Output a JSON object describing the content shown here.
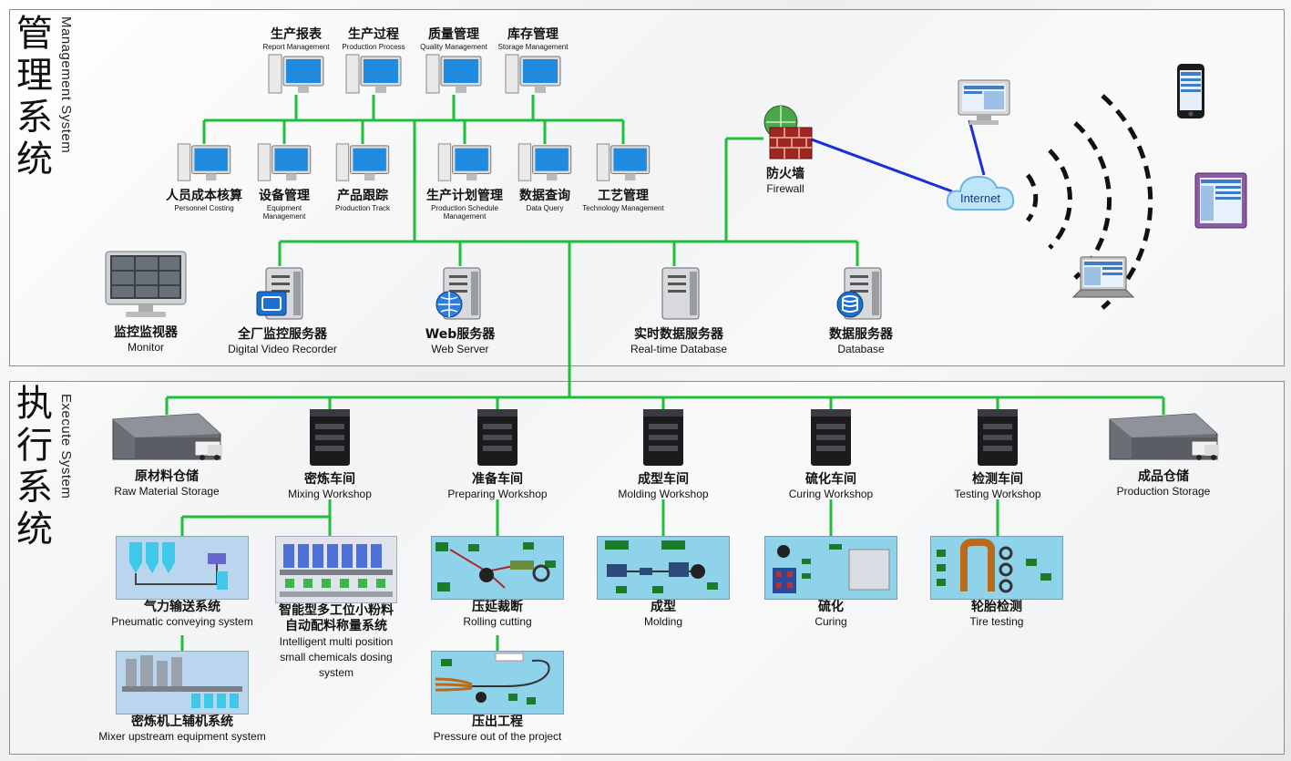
{
  "colors": {
    "link": "#1fbf3b",
    "internet_link": "#1a2fd6",
    "panel_border": "#8d8d8d",
    "thumb_bg": "#8fd3ea",
    "server_dark": "#1b1b1e"
  },
  "management": {
    "title_cn": "管理系统",
    "title_en": "Management System",
    "top_apps": [
      {
        "cn": "生产报表",
        "en": "Report Management",
        "icon": "pc-icon"
      },
      {
        "cn": "生产过程",
        "en": "Production Process",
        "icon": "pc-icon"
      },
      {
        "cn": "质量管理",
        "en": "Quality Management",
        "icon": "pc-icon"
      },
      {
        "cn": "库存管理",
        "en": "Storage Management",
        "icon": "pc-icon"
      }
    ],
    "mid_apps": [
      {
        "cn": "人员成本核算",
        "en": "Personnel Costing",
        "icon": "pc-icon"
      },
      {
        "cn": "设备管理",
        "en": "Equipment Management",
        "icon": "pc-icon"
      },
      {
        "cn": "产品跟踪",
        "en": "Production Track",
        "icon": "pc-icon"
      },
      {
        "cn": "生产计划管理",
        "en": "Production Schedule Management",
        "icon": "pc-icon"
      },
      {
        "cn": "数据查询",
        "en": "Data Query",
        "icon": "pc-icon"
      },
      {
        "cn": "工艺管理",
        "en": "Technology Management",
        "icon": "pc-icon"
      }
    ],
    "monitor": {
      "cn": "监控监视器",
      "en": "Monitor",
      "icon": "monitor-icon"
    },
    "servers": [
      {
        "cn": "全厂监控服务器",
        "en": "Digital Video Recorder",
        "icon": "server-icon"
      },
      {
        "cn": "Web服务器",
        "en": "Web Server",
        "icon": "server-icon"
      },
      {
        "cn": "实时数据服务器",
        "en": "Real-time Database",
        "icon": "server-icon"
      },
      {
        "cn": "数据服务器",
        "en": "Database",
        "icon": "server-icon"
      }
    ],
    "firewall": {
      "cn": "防火墙",
      "en": "Firewall",
      "icon": "firewall-icon"
    },
    "internet": {
      "label": "Internet",
      "icon": "cloud-icon"
    },
    "remote_devices": [
      "desktop-icon",
      "phone-icon",
      "tablet-icon",
      "laptop-icon"
    ]
  },
  "execute": {
    "title_cn": "执行系统",
    "title_en": "Execute System",
    "units": [
      {
        "cn": "原材料仓储",
        "en": "Raw Material Storage",
        "icon": "warehouse-icon"
      },
      {
        "cn": "密炼车间",
        "en": "Mixing Workshop",
        "icon": "server-icon"
      },
      {
        "cn": "准备车间",
        "en": "Preparing Workshop",
        "icon": "server-icon"
      },
      {
        "cn": "成型车间",
        "en": "Molding Workshop",
        "icon": "server-icon"
      },
      {
        "cn": "硫化车间",
        "en": "Curing Workshop",
        "icon": "server-icon"
      },
      {
        "cn": "检测车间",
        "en": "Testing Workshop",
        "icon": "server-icon"
      },
      {
        "cn": "成品仓储",
        "en": "Production Storage",
        "icon": "warehouse-icon"
      }
    ],
    "subsystems": [
      {
        "cn": "气力输送系统",
        "en": "Pneumatic conveying system"
      },
      {
        "cn": "智能型多工位小粉料\n自动配料称量系统",
        "en": "Intelligent multi position\nsmall chemicals dosing\nsystem"
      },
      {
        "cn": "密炼机上辅机系统",
        "en": "Mixer upstream equipment system"
      },
      {
        "cn": "压延裁断",
        "en": "Rolling cutting"
      },
      {
        "cn": "压出工程",
        "en": "Pressure out of the project"
      },
      {
        "cn": "成型",
        "en": "Molding"
      },
      {
        "cn": "硫化",
        "en": "Curing"
      },
      {
        "cn": "轮胎检测",
        "en": "Tire testing"
      }
    ]
  }
}
